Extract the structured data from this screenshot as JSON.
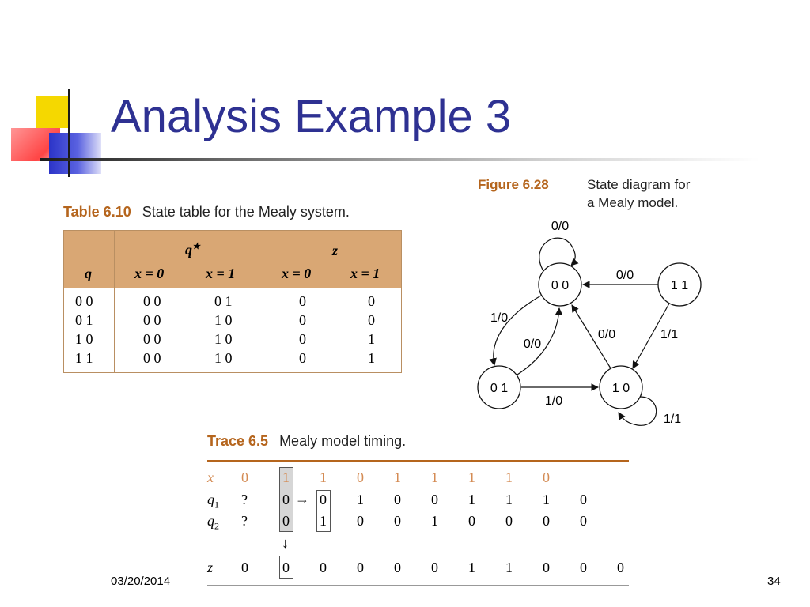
{
  "slide": {
    "title": "Analysis Example 3",
    "date": "03/20/2014",
    "page_number": "34"
  },
  "table": {
    "label": "Table 6.10",
    "caption": "State table for the Mealy system.",
    "header": {
      "q": "q",
      "qstar": "q",
      "qstar_sup": "★",
      "z": "z",
      "x0": "x = 0",
      "x1": "x = 1"
    },
    "rows": [
      [
        "0  0",
        "0  0",
        "0  1",
        "0",
        "0"
      ],
      [
        "0  1",
        "0  0",
        "1  0",
        "0",
        "0"
      ],
      [
        "1  0",
        "0  0",
        "1  0",
        "0",
        "1"
      ],
      [
        "1  1",
        "0  0",
        "1  0",
        "0",
        "1"
      ]
    ]
  },
  "figure": {
    "label": "Figure 6.28",
    "caption_line1": "State diagram for",
    "caption_line2": "a Mealy model.",
    "states": [
      "0 0",
      "1 1",
      "0 1",
      "1 0"
    ],
    "edges": {
      "s00_self": "0/0",
      "s11_to_s00": "0/0",
      "s00_to_s01": "1/0",
      "s01_to_s00": "0/0",
      "s10_to_s00": "0/0",
      "s11_to_s10": "1/1",
      "s01_to_s10": "1/0",
      "s10_self": "1/1"
    }
  },
  "trace": {
    "label": "Trace 6.5",
    "caption": "Mealy model timing.",
    "labels": {
      "x": "x",
      "q1": "q",
      "q1_sub": "1",
      "q2": "q",
      "q2_sub": "2",
      "z": "z"
    },
    "x": [
      "0",
      "1",
      "1",
      "0",
      "1",
      "1",
      "1",
      "1",
      "0"
    ],
    "q1": [
      "?",
      "0",
      "0",
      "1",
      "0",
      "0",
      "1",
      "1",
      "1",
      "0"
    ],
    "q2": [
      "?",
      "0",
      "1",
      "0",
      "0",
      "1",
      "0",
      "0",
      "0",
      "0"
    ],
    "z": [
      "0",
      "0",
      "0",
      "0",
      "0",
      "0",
      "1",
      "1",
      "0",
      "0",
      "0"
    ],
    "arrow_right": "→",
    "arrow_down": "↓"
  }
}
